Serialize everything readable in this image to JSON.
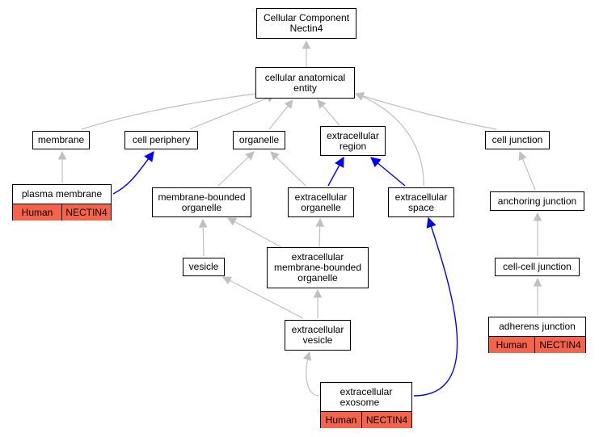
{
  "colors": {
    "is_a_edge": "#c0c0c0",
    "part_of_edge": "#0000ff",
    "annotation_fill": "#f4634a",
    "node_border": "#000000"
  },
  "nodes": {
    "root": [
      "Cellular Component",
      "Nectin4"
    ],
    "cellular_anatomical_entity": [
      "cellular anatomical",
      "entity"
    ],
    "membrane": "membrane",
    "cell_periphery": "cell periphery",
    "organelle": "organelle",
    "extracellular_region": [
      "extracellular",
      "region"
    ],
    "cell_junction": "cell junction",
    "membrane_bounded_organelle": [
      "membrane-bounded",
      "organelle"
    ],
    "extracellular_organelle": [
      "extracellular",
      "organelle"
    ],
    "extracellular_space": [
      "extracellular",
      "space"
    ],
    "anchoring_junction": "anchoring junction",
    "vesicle": "vesicle",
    "extracellular_membrane_bounded_organelle": [
      "extracellular",
      "membrane-bounded",
      "organelle"
    ],
    "cell_cell_junction": "cell-cell junction",
    "extracellular_vesicle": [
      "extracellular",
      "vesicle"
    ]
  },
  "annotated_nodes": {
    "plasma_membrane": {
      "label": "plasma membrane",
      "species": "Human",
      "gene": "NECTIN4"
    },
    "adherens_junction": {
      "label": "adherens junction",
      "species": "Human",
      "gene": "NECTIN4"
    },
    "extracellular_exosome": {
      "label": [
        "extracellular",
        "exosome"
      ],
      "species": "Human",
      "gene": "NECTIN4"
    }
  },
  "edges": [
    {
      "from": "cellular_anatomical_entity",
      "to": "root",
      "type": "is_a"
    },
    {
      "from": "membrane",
      "to": "cellular_anatomical_entity",
      "type": "is_a"
    },
    {
      "from": "cell_periphery",
      "to": "cellular_anatomical_entity",
      "type": "is_a"
    },
    {
      "from": "organelle",
      "to": "cellular_anatomical_entity",
      "type": "is_a"
    },
    {
      "from": "extracellular_region",
      "to": "cellular_anatomical_entity",
      "type": "is_a"
    },
    {
      "from": "cell_junction",
      "to": "cellular_anatomical_entity",
      "type": "is_a"
    },
    {
      "from": "extracellular_space",
      "to": "cellular_anatomical_entity",
      "type": "is_a"
    },
    {
      "from": "plasma_membrane",
      "to": "membrane",
      "type": "is_a"
    },
    {
      "from": "plasma_membrane",
      "to": "cell_periphery",
      "type": "part_of"
    },
    {
      "from": "membrane_bounded_organelle",
      "to": "organelle",
      "type": "is_a"
    },
    {
      "from": "extracellular_organelle",
      "to": "organelle",
      "type": "is_a"
    },
    {
      "from": "extracellular_organelle",
      "to": "extracellular_region",
      "type": "part_of"
    },
    {
      "from": "extracellular_space",
      "to": "extracellular_region",
      "type": "part_of"
    },
    {
      "from": "anchoring_junction",
      "to": "cell_junction",
      "type": "is_a"
    },
    {
      "from": "vesicle",
      "to": "membrane_bounded_organelle",
      "type": "is_a"
    },
    {
      "from": "extracellular_membrane_bounded_organelle",
      "to": "membrane_bounded_organelle",
      "type": "is_a"
    },
    {
      "from": "extracellular_membrane_bounded_organelle",
      "to": "extracellular_organelle",
      "type": "is_a"
    },
    {
      "from": "cell_cell_junction",
      "to": "anchoring_junction",
      "type": "is_a"
    },
    {
      "from": "extracellular_vesicle",
      "to": "vesicle",
      "type": "is_a"
    },
    {
      "from": "extracellular_vesicle",
      "to": "extracellular_membrane_bounded_organelle",
      "type": "is_a"
    },
    {
      "from": "adherens_junction",
      "to": "cell_cell_junction",
      "type": "is_a"
    },
    {
      "from": "extracellular_exosome",
      "to": "extracellular_vesicle",
      "type": "is_a"
    },
    {
      "from": "extracellular_exosome",
      "to": "extracellular_space",
      "type": "part_of"
    }
  ]
}
